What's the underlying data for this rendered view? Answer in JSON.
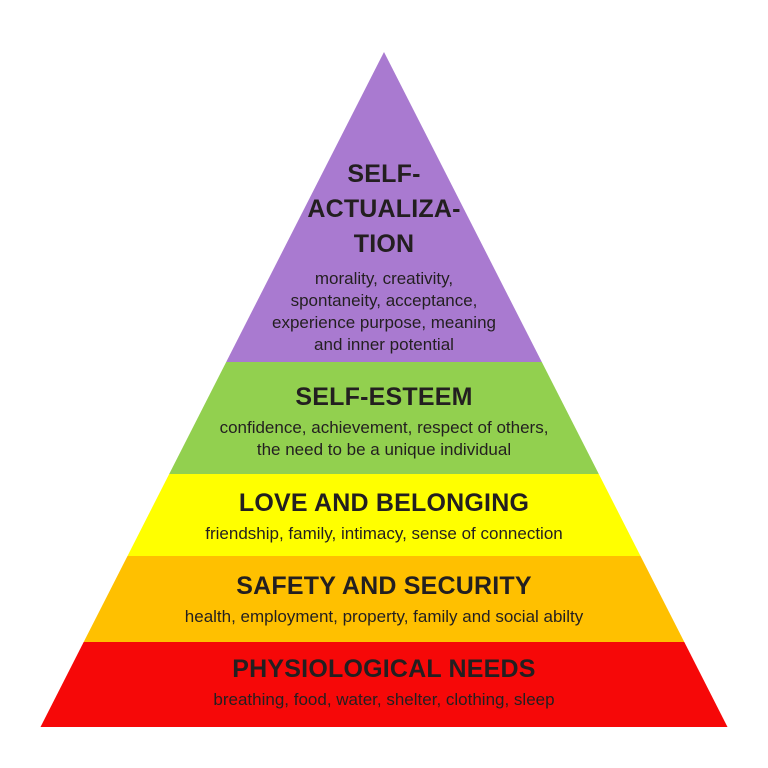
{
  "diagram": {
    "background_color": "#ffffff",
    "text_color": "#231f20",
    "levels": [
      {
        "name": "self-actualization",
        "heading": "SELF-\nACTUALIZA-\nTION",
        "description": "morality, creativity,\nspontaneity, acceptance,\nexperience purpose, meaning\nand inner potential",
        "color": "#a97ad0"
      },
      {
        "name": "self-esteem",
        "heading": "SELF-ESTEEM",
        "description": "confidence, achievement, respect of others,\nthe need to be a unique individual",
        "color": "#92d04f"
      },
      {
        "name": "love-and-belonging",
        "heading": "LOVE AND BELONGING",
        "description": "friendship, family, intimacy, sense of connection",
        "color": "#ffff00"
      },
      {
        "name": "safety-and-security",
        "heading": "SAFETY AND SECURITY",
        "description": "health, employment, property, family and social abilty",
        "color": "#ffc000"
      },
      {
        "name": "physiological-needs",
        "heading": "PHYSIOLOGICAL NEEDS",
        "description": "breathing, food, water, shelter, clothing, sleep",
        "color": "#f60808"
      }
    ]
  }
}
